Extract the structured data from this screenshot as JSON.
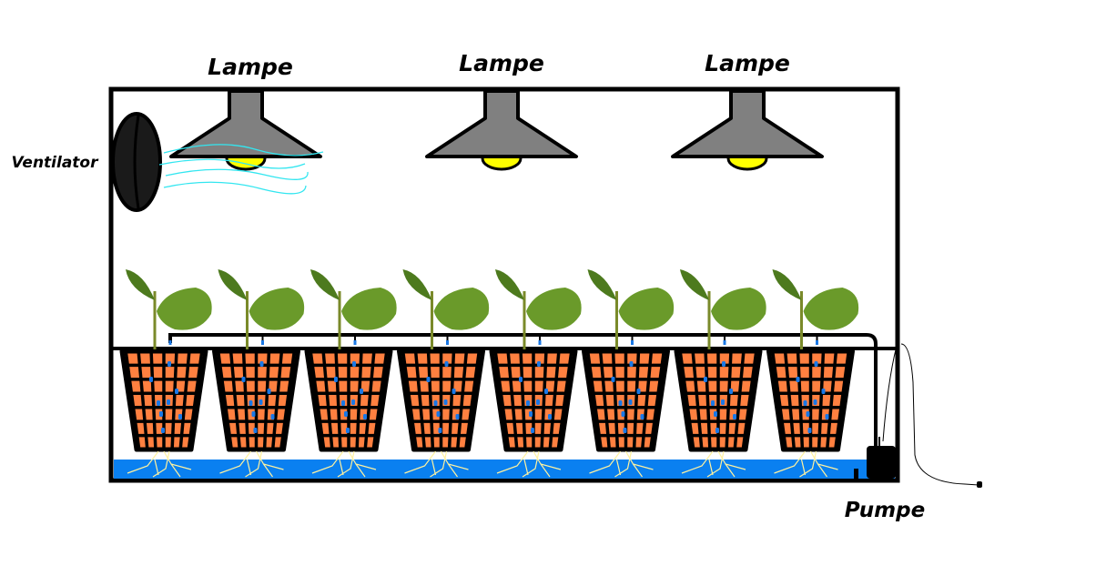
{
  "diagram": {
    "title": "",
    "labels": {
      "lamp": "Lampe",
      "fan": "Ventilator",
      "pump": "Pumpe"
    },
    "lamps": [
      {
        "label": "Lampe"
      },
      {
        "label": "Lampe"
      },
      {
        "label": "Lampe"
      }
    ],
    "plant_count": 8,
    "colors": {
      "frame": "#000000",
      "lamp_shade": "#808080",
      "bulb": "#ffff00",
      "airflow": "#33e6f0",
      "water": "#0a80f0",
      "clay_pebbles": "#ff8040",
      "roots": "#fff2a0",
      "drip": "#1a78e6",
      "leaf": "#6a9a2a",
      "leaf_dark": "#4d7a1e",
      "stem": "#7a8a2a",
      "fan": "#1a1a1a"
    }
  }
}
